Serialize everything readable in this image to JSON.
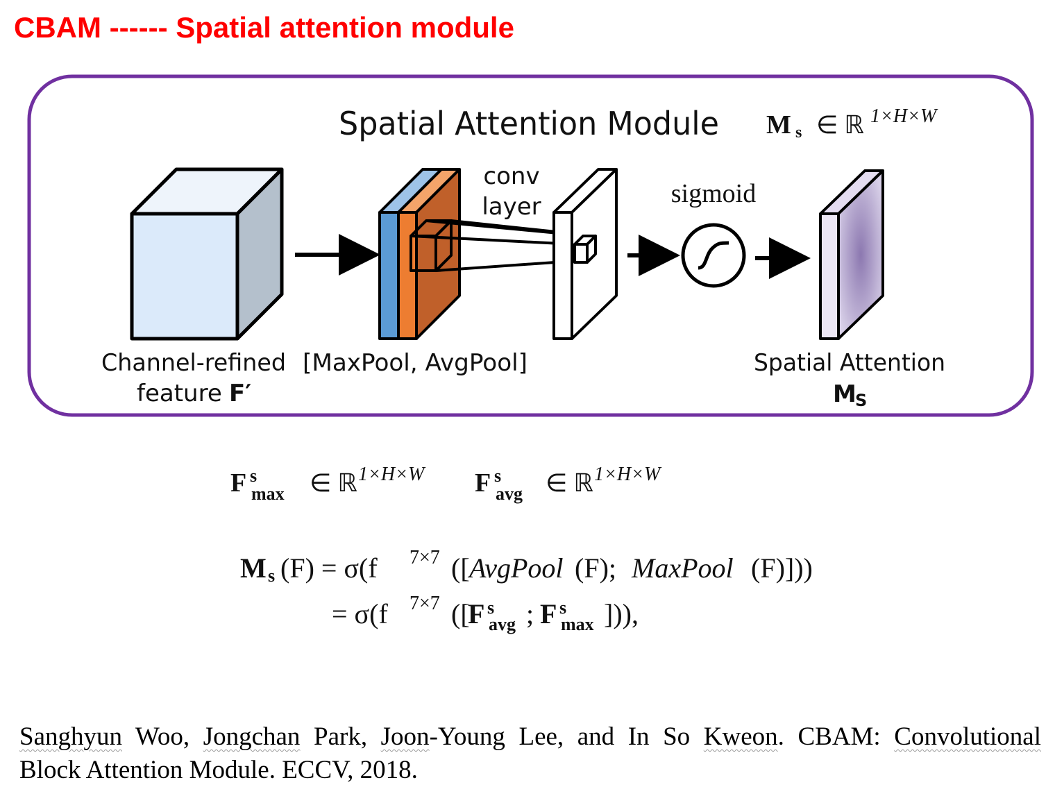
{
  "slide": {
    "title": "CBAM  ------ Spatial attention module",
    "title_color": "#ff0000",
    "frame_color": "#7030a0"
  },
  "diagram": {
    "header": "Spatial Attention Module",
    "ms_symbol": "M",
    "ms_sub": "s",
    "ms_in": "∈ ℝ",
    "ms_sup": "1×H×W",
    "conv_label_1": "conv",
    "conv_label_2": "layer",
    "sigmoid_label": "sigmoid",
    "input_label_1": "Channel-refined",
    "input_label_2": "feature",
    "input_symbol": "F′",
    "pool_label": "[MaxPool, AvgPool]",
    "output_label": "Spatial Attention",
    "output_symbol": "M",
    "output_sub": "S",
    "colors": {
      "input_front": "#dbeafa",
      "input_side": "#b4c0cc",
      "maxpool_blue": "#5b9bd5",
      "avgpool_orange": "#ed7d31",
      "avgpool_dark": "#c0602a",
      "output_light": "#e4dcf0",
      "output_purple": "#8c78b0"
    }
  },
  "equations": {
    "fmax_symbol": "F",
    "fmax_sup": "s",
    "fmax_sub": "max",
    "favg_symbol": "F",
    "favg_sup": "s",
    "favg_sub": "avg",
    "in_r": "∈ ℝ",
    "dims": "1×H×W",
    "line1_lhs_symbol": "M",
    "line1_lhs_sub": "s",
    "line1_lhs_arg": "(F) = σ(f",
    "kernel": "7×7",
    "line1_rest_a": "([",
    "line1_avgpool": "AvgPool",
    "line1_f1": "(F); ",
    "line1_maxpool": "MaxPool",
    "line1_f2": "(F)]))",
    "line2_start": "= σ(f",
    "line2_open": "([",
    "line2_sep": "; ",
    "line2_close": "])),"
  },
  "citation": {
    "line1_parts": [
      "Sanghyun",
      " Woo, ",
      "Jongchan",
      " Park, ",
      "Joon",
      "-Young Lee, and In So ",
      "Kweon",
      ". CBAM: ",
      "Convolutional"
    ],
    "line2": "Block Attention Module. ECCV, 2018."
  }
}
